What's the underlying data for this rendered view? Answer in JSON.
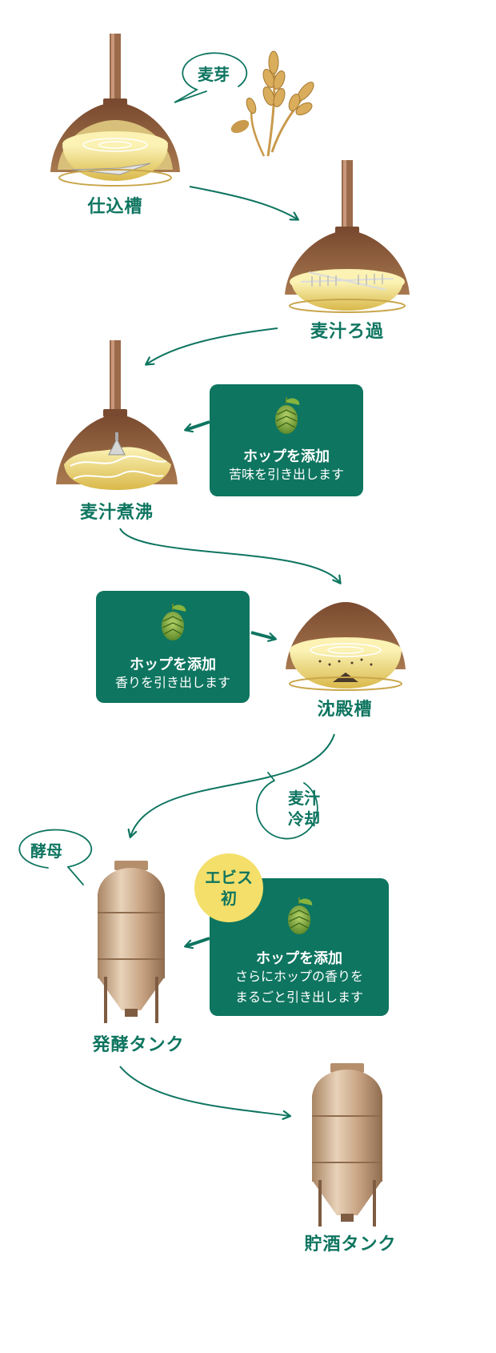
{
  "steps": {
    "mash_tun": "仕込槽",
    "lauter": "麦汁ろ過",
    "boil": "麦汁煮沸",
    "whirlpool": "沈殿槽",
    "fermentation": "発酵タンク",
    "storage": "貯酒タンク"
  },
  "inputs": {
    "malt": "麦芽",
    "yeast": "酵母",
    "cooling_line1": "麦汁",
    "cooling_line2": "冷却"
  },
  "hop_cards": [
    {
      "title": "ホップを添加",
      "desc_line1": "苦味を引き出します",
      "desc_line2": ""
    },
    {
      "title": "ホップを添加",
      "desc_line1": "香りを引き出します",
      "desc_line2": ""
    },
    {
      "title": "ホップを添加",
      "desc_line1": "さらにホップの香りを",
      "desc_line2": "まるごと引き出します"
    }
  ],
  "badge": {
    "line1": "エビス",
    "line2": "初"
  },
  "colors": {
    "accent_green": "#0e7560",
    "badge_yellow": "#f4df6a",
    "copper": "#8a5a3c",
    "wort": "#efe08a",
    "steel": "#c9a98b"
  }
}
